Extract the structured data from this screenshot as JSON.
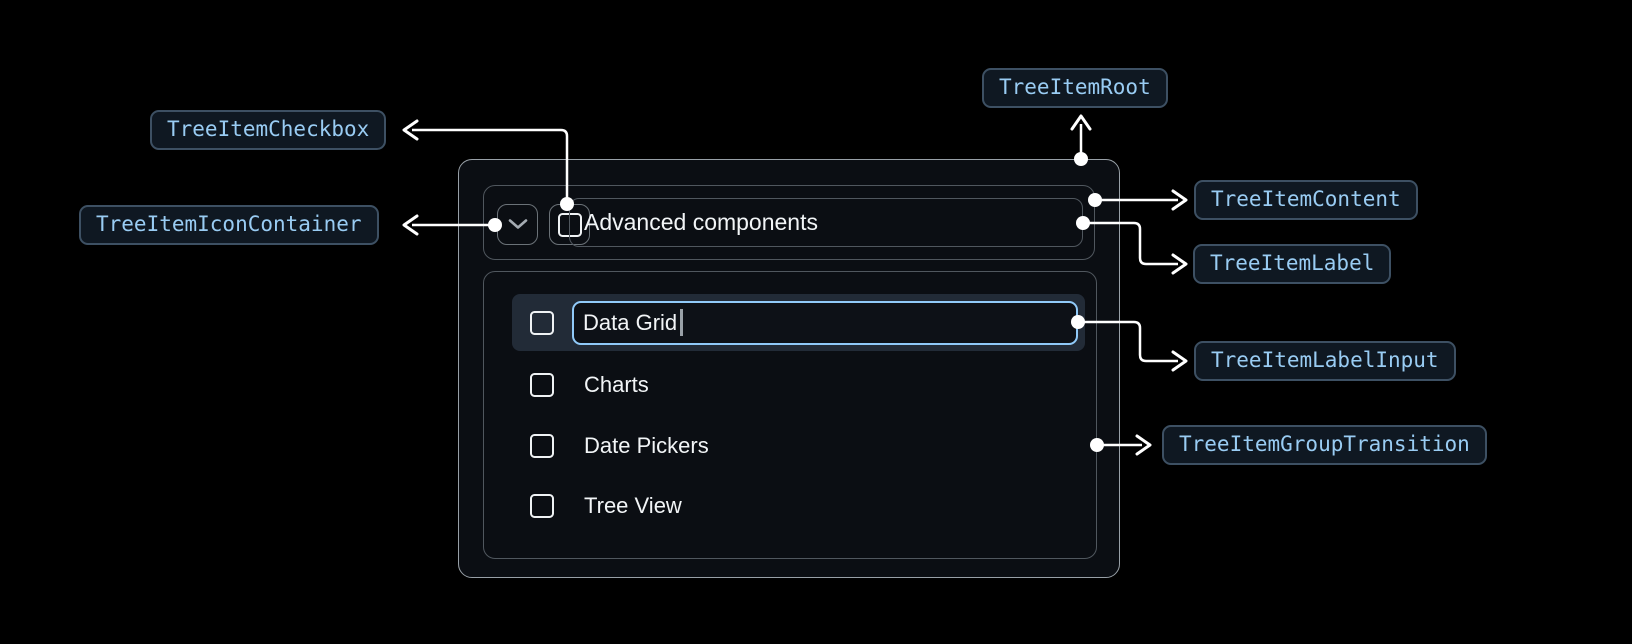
{
  "badges": {
    "checkbox": "TreeItemCheckbox",
    "icon_container": "TreeItemIconContainer",
    "root": "TreeItemRoot",
    "content": "TreeItemContent",
    "label": "TreeItemLabel",
    "label_input": "TreeItemLabelInput",
    "group_transition": "TreeItemGroupTransition"
  },
  "tree": {
    "parent": {
      "label": "Advanced components",
      "expanded": true,
      "checked": false
    },
    "items": [
      {
        "label": "Data Grid",
        "editing": true,
        "checked": false
      },
      {
        "label": "Charts",
        "checked": false
      },
      {
        "label": "Date Pickers",
        "checked": false
      },
      {
        "label": "Tree View",
        "checked": false
      }
    ]
  },
  "icons": {
    "expand": "chevron-down-icon",
    "checkbox": "checkbox-unchecked-icon",
    "caret": "text-cursor"
  },
  "colors": {
    "page_bg": "#000000",
    "badge_bg": "#0F1822",
    "badge_border": "#3D5063",
    "badge_text": "#99CCF3",
    "root_border": "#98A0A7",
    "inner_border": "#50575E",
    "icon_border": "#6B7278",
    "selected_row_bg": "#222B37",
    "input_border": "#90CAF9",
    "text": "#F2F5F7",
    "connector": "#FFFFFF"
  }
}
